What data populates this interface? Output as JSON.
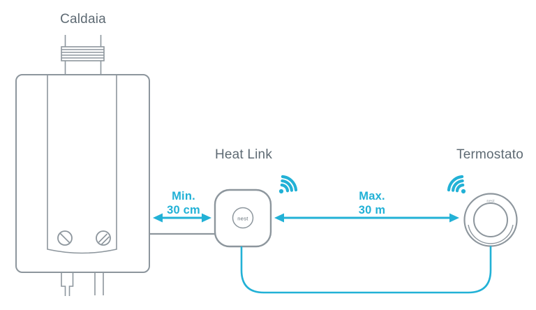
{
  "colors": {
    "accent": "#22b1d6",
    "outline": "#8d969d",
    "label": "#5e6a73"
  },
  "diagram": {
    "boiler": {
      "label": "Caldaia"
    },
    "heat_link": {
      "label": "Heat Link",
      "badge": "nest",
      "wifi_icon": "wifi-signal-icon"
    },
    "thermostat": {
      "label": "Termostato",
      "badge": "nest",
      "wifi_icon": "wifi-signal-icon"
    },
    "min_distance": {
      "line1": "Min.",
      "line2": "30 cm"
    },
    "max_distance": {
      "line1": "Max.",
      "line2": "30 m"
    }
  }
}
